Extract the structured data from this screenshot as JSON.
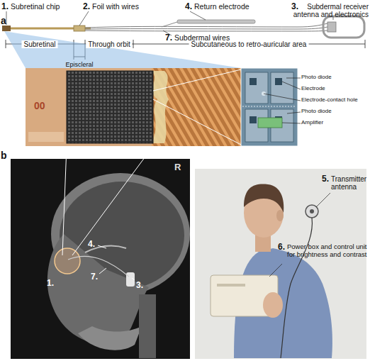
{
  "diagram": {
    "labels": [
      "1.",
      "Subretinal chip",
      "2.",
      "Foil with wires",
      "4.",
      "Return electrode",
      "3.",
      "Subdermal receiver antenna and electronics",
      "7.",
      "Subdermal wires",
      "Subretinal",
      "Episcleral",
      "Through orbit",
      "Subcutaneous to retro-auricular area",
      "Photo diode",
      "Electrode",
      "Electrode-contact hole",
      "Photo diode",
      "Amplifier",
      "a",
      "b",
      "1.",
      "4.",
      "7.",
      "3.",
      "R",
      "5.",
      "Transmitter antenna",
      "6.",
      "Power box and control unit for brightness and contrast",
      "00"
    ]
  }
}
